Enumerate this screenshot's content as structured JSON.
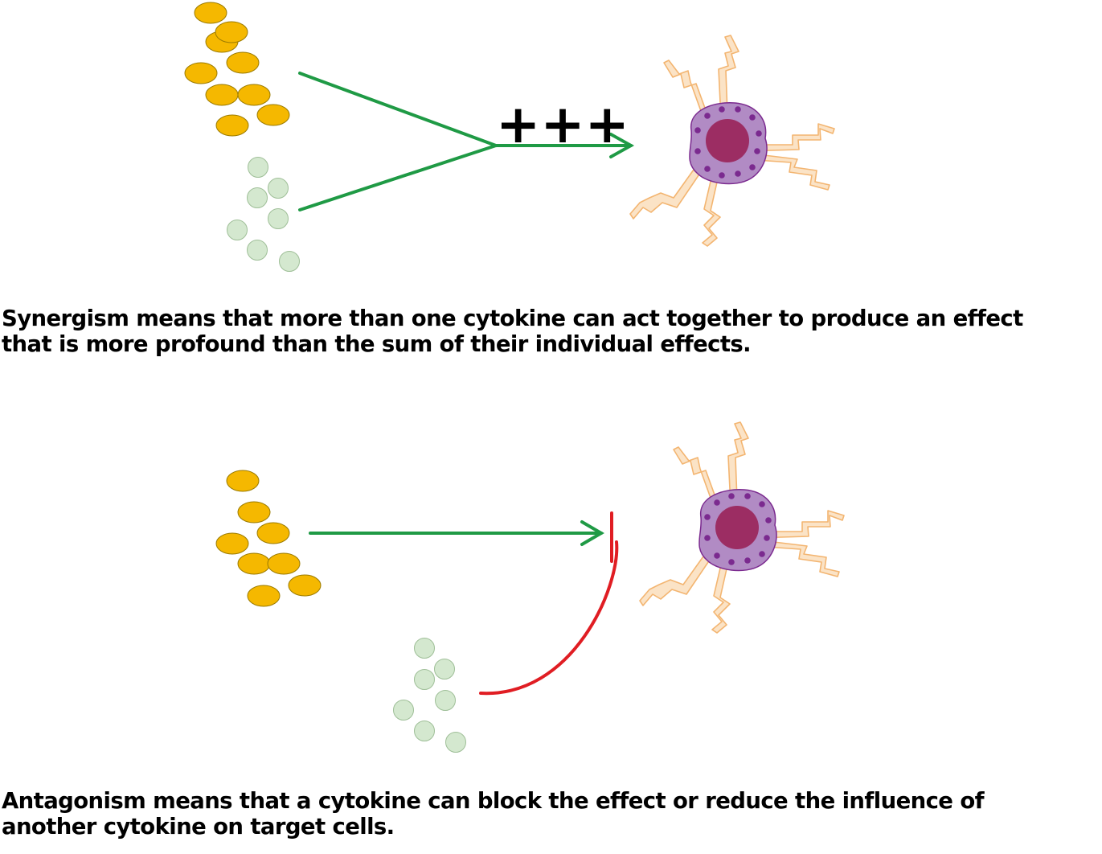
{
  "synergism": {
    "effect_label": "+++",
    "caption_line1": "Synergism means that more than one cytokine can act together to produce an effect",
    "caption_line2": "that is more profound than the sum of their individual effects."
  },
  "antagonism": {
    "caption_line1": "Antagonism means that a cytokine can block the effect or reduce the influence of",
    "caption_line2": "another cytokine on target cells."
  },
  "colors": {
    "cytokine_a": "#f5b800",
    "cytokine_b": "#d4e8cf",
    "activation_arrow": "#1f9a45",
    "inhibition": "#e01d23",
    "cell_cytoplasm": "#b18bc4",
    "cell_nucleus": "#9c2d63",
    "granules": "#7b2a8f",
    "receptor": "#f7c892"
  }
}
